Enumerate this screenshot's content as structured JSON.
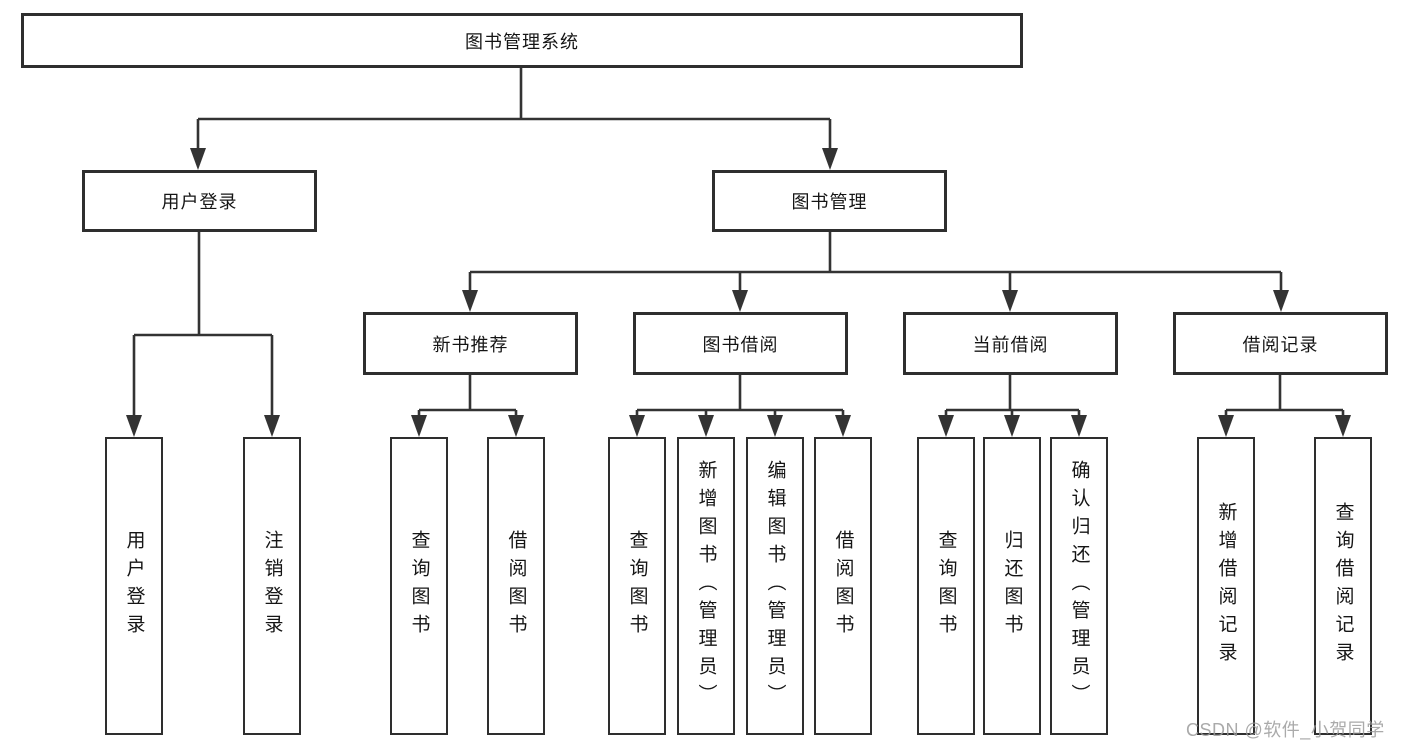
{
  "diagram": {
    "title": "图书管理系统",
    "level2": {
      "user_login": "用户登录",
      "book_mgmt": "图书管理"
    },
    "level3": {
      "new_book": "新书推荐",
      "book_borrow": "图书借阅",
      "current_borrow": "当前借阅",
      "borrow_record": "借阅记录"
    },
    "leaves": {
      "user": [
        "用户登录",
        "注销登录"
      ],
      "new_book": [
        "查询图书",
        "借阅图书"
      ],
      "borrow": [
        "查询图书",
        "新增图书（管理员）",
        "编辑图书（管理员）",
        "借阅图书"
      ],
      "current": [
        "查询图书",
        "归还图书",
        "确认归还（管理员）"
      ],
      "record": [
        "新增借阅记录",
        "查询借阅记录"
      ]
    },
    "watermark": "CSDN @软件_小贺同学",
    "colors": {
      "line": "#333333",
      "border": "#2e2e2e",
      "text": "#151515",
      "watermark": "#9b9b9b",
      "background": "#ffffff"
    }
  }
}
